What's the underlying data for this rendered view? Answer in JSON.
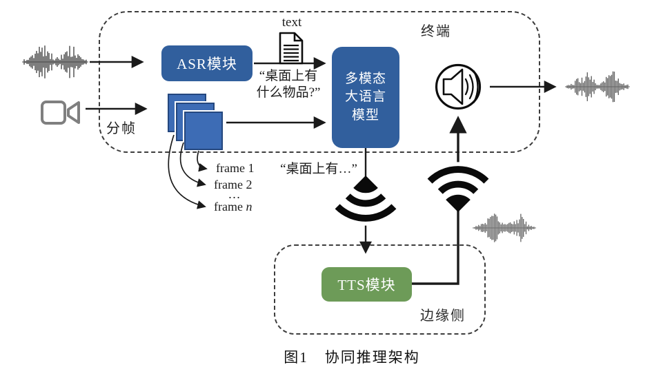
{
  "figure": {
    "caption_prefix": "图1",
    "caption_title": "协同推理架构"
  },
  "regions": {
    "terminal": "终端",
    "edge": "边缘侧"
  },
  "modules": {
    "asr": "ASR模块",
    "mllm": [
      "多模态",
      "大语言",
      "模型"
    ],
    "tts": "TTS模块"
  },
  "annotations": {
    "text_tag": "text",
    "framing": "分帧",
    "query_line1": "“桌面上有",
    "query_line2": "什么物品?”",
    "partial_answer": "“桌面上有…”",
    "frame1": "frame 1",
    "frame2": "frame 2",
    "frames_ellipsis": "…",
    "frame_n_prefix": "frame ",
    "frame_n_symbol": "n"
  },
  "colors": {
    "module_blue": "#315f9d",
    "frame_blue": "#3d6cb5",
    "frame_border_blue": "#24477e",
    "tts_green": "#6d9b58",
    "arrow_black": "#1a1a1a",
    "icon_gray": "#7f7f7f",
    "waveform_gray": "#4a4a4a"
  },
  "icons": {
    "input_audio": "audio-waveform",
    "camera": "video-camera",
    "document": "text-document",
    "speaker": "speaker-sound",
    "wifi_down": "wifi-downlink",
    "wifi_up": "wifi-uplink",
    "edge_audio": "audio-waveform",
    "output_audio": "audio-waveform"
  }
}
